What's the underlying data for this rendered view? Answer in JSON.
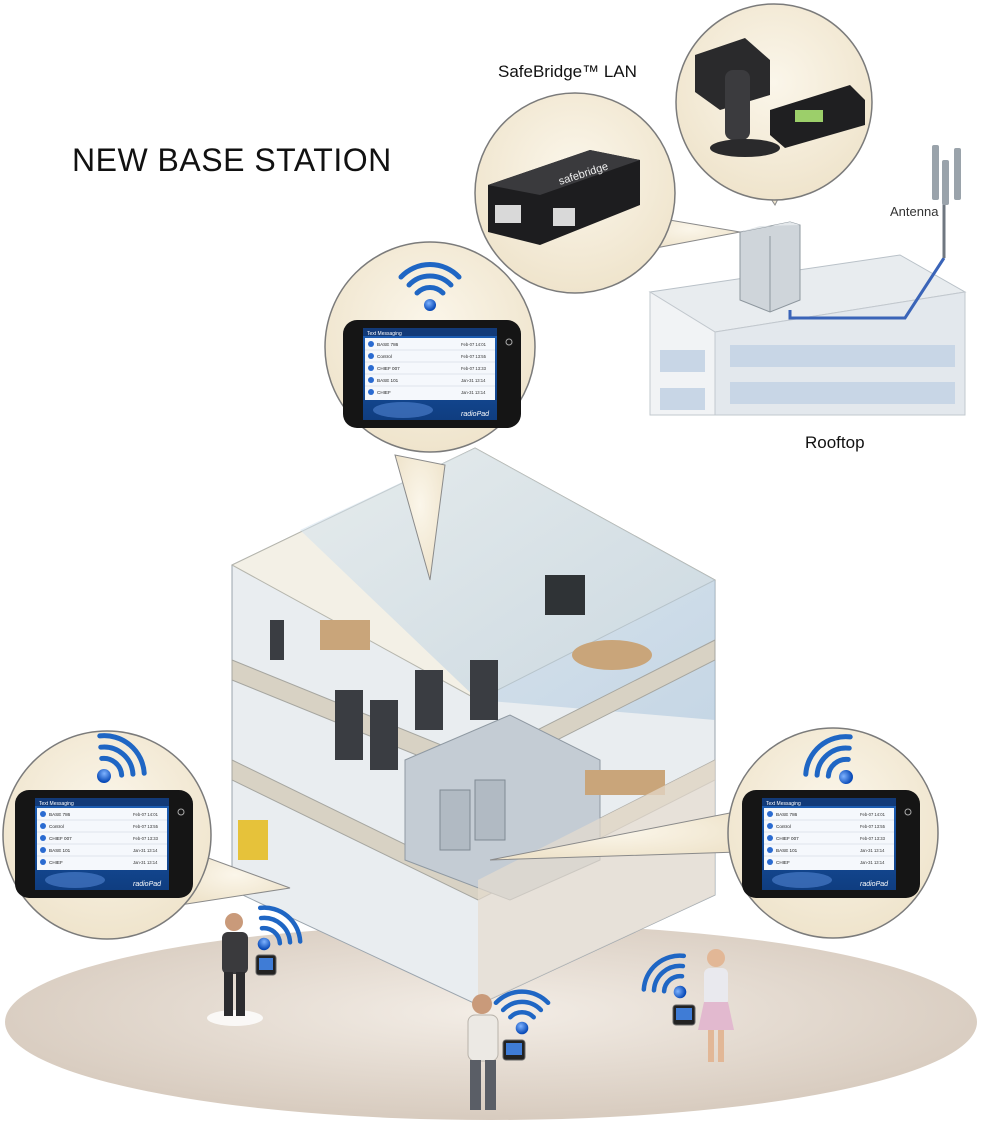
{
  "title": "NEW BASE STATION",
  "labels": {
    "safebridge": "SafeBridge™ LAN",
    "antenna": "Antenna",
    "rooftop": "Rooftop"
  },
  "devices": {
    "brand": "radioPad",
    "screen_header": "Text Messaging",
    "messages": [
      {
        "sender": "BASE 786",
        "time": "Feb-07 14:01"
      },
      {
        "sender": "Control",
        "time": "Feb-07 13:55"
      },
      {
        "sender": "CHIEF 007",
        "time": "Feb-07 13:33"
      },
      {
        "sender": "BASE 101",
        "time": "Jan-31 13:14"
      },
      {
        "sender": "CHIEF",
        "time": "Jan-31 13:14"
      }
    ]
  },
  "colors": {
    "callout_fill": "#f4ecd8",
    "wifi_blue": "#1f66c4",
    "screen_blue": "#1a56a8",
    "ground": "#d9cfc3",
    "building_glass": "#b7cfe3"
  }
}
